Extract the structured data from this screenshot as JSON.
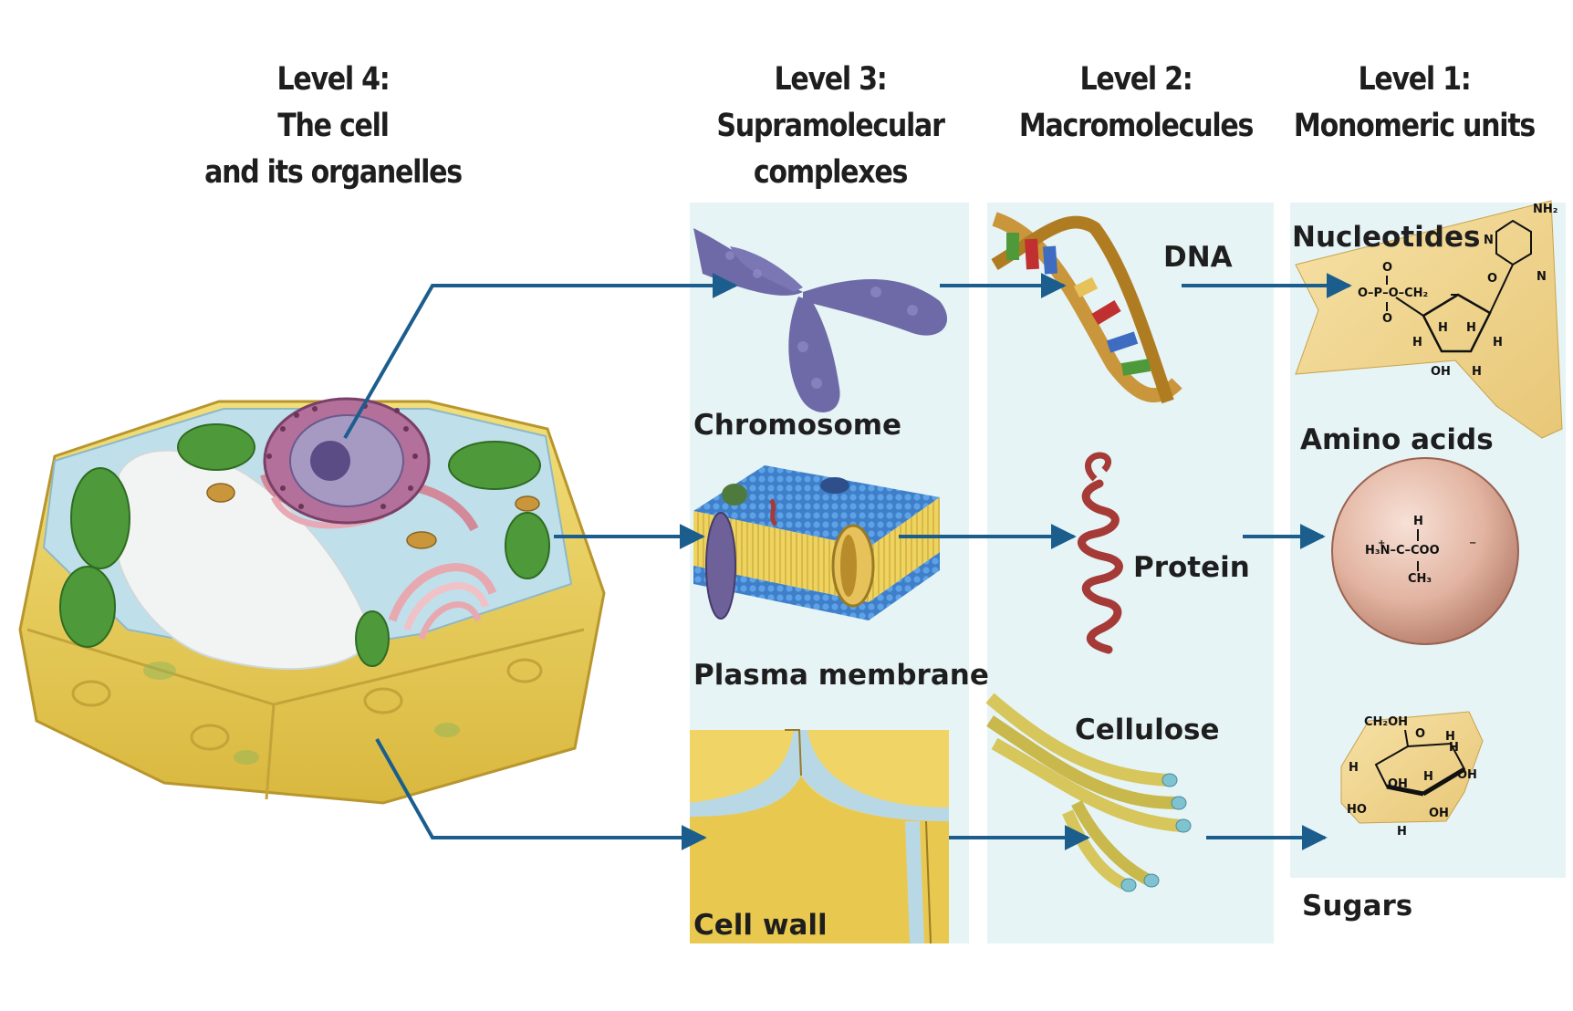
{
  "headings": {
    "level4": [
      "Level 4:",
      "The cell",
      "and its organelles"
    ],
    "level3": [
      "Level 3:",
      "Supramolecular",
      "complexes"
    ],
    "level2": [
      "Level 2:",
      "Macromolecules"
    ],
    "level1": [
      "Level 1:",
      "Monomeric units"
    ]
  },
  "labels": {
    "chromosome": "Chromosome",
    "plasma_membrane": "Plasma membrane",
    "cell_wall": "Cell wall",
    "dna": "DNA",
    "protein": "Protein",
    "cellulose": "Cellulose",
    "nucleotides": "Nucleotides",
    "amino_acids": "Amino acids",
    "sugars": "Sugars"
  },
  "chemistry": {
    "nucleotide": {
      "nh2": "NH₂",
      "n1": "N",
      "n2": "N",
      "o_ring": "O",
      "phosphate": "O–P–O–CH₂",
      "o_top": "O",
      "o_bottom": "O",
      "h1": "H",
      "h2": "H",
      "h3": "H",
      "h4": "H",
      "oh": "OH",
      "h5": "H"
    },
    "amino_acid": {
      "h_top": "H",
      "backbone": "H₃N–C–COO",
      "ch3": "CH₃",
      "plus": "+",
      "minus": "−"
    },
    "sugar": {
      "ch2oh": "CH₂OH",
      "o": "O",
      "h1": "H",
      "oh1": "OH",
      "h2": "H",
      "oh2": "OH",
      "h3": "H",
      "ho": "HO",
      "oh3": "OH",
      "h4": "H",
      "h5": "H"
    }
  },
  "colors": {
    "panel_bg": "#e6f4f6",
    "arrow": "#1b5e8e",
    "heading_text": "#1e1e1e",
    "cell_wall": "#e9cf5c",
    "cytoplasm": "#bfe0ea",
    "chloroplast": "#4e9a3a",
    "nucleus": "#8a5a86",
    "chromosome": "#6e6aa8",
    "membrane_blue": "#3f7fc9",
    "protein_red": "#a53a36"
  }
}
